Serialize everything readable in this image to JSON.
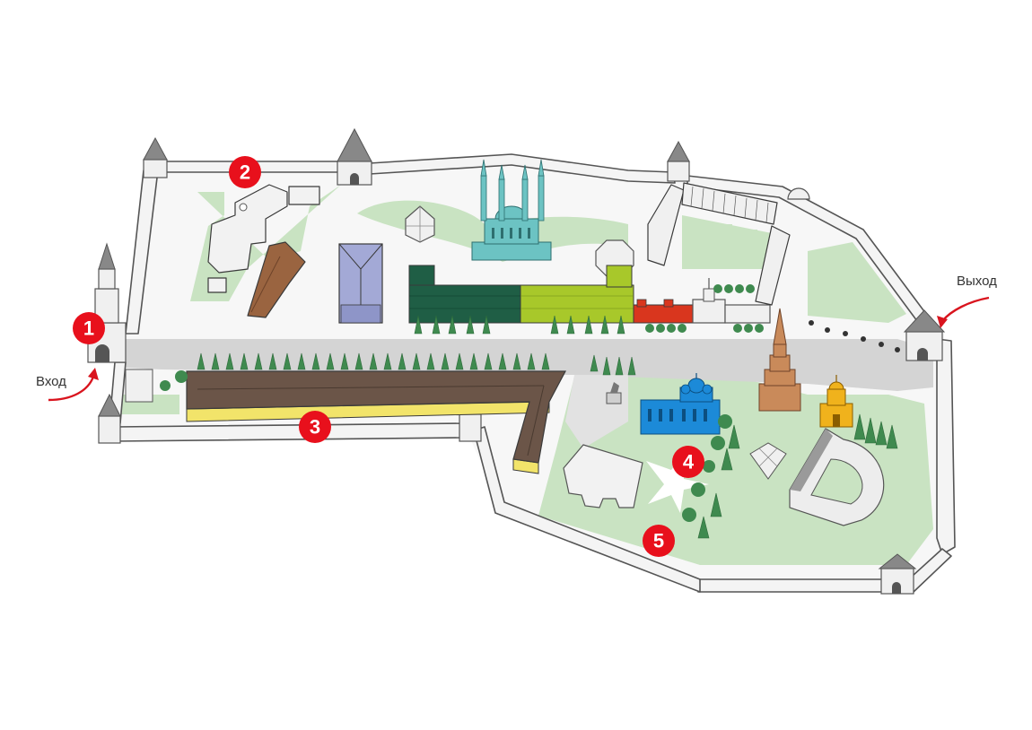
{
  "map": {
    "labels": {
      "entrance": "Вход",
      "exit": "Выход"
    },
    "markers": [
      {
        "id": "1"
      },
      {
        "id": "2"
      },
      {
        "id": "3"
      },
      {
        "id": "4"
      },
      {
        "id": "5"
      }
    ]
  },
  "colors": {
    "marker_red": "#e8101c",
    "arrow_red": "#d9141e",
    "road": "#d4d4d4",
    "lawn": "#c9e3c2",
    "mosque": "#6cc3c3",
    "cathedral": "#1c8ad8",
    "tower": "#c98a5a",
    "church": "#f0b21c",
    "building_dark_green": "#1f5e45",
    "building_lime": "#a8c82a",
    "building_red": "#d9361e",
    "building_violet": "#a3a9d6",
    "barracks_roof": "#6b5548",
    "barracks_wall": "#f2e46a",
    "tree": "#3f8a4f"
  }
}
